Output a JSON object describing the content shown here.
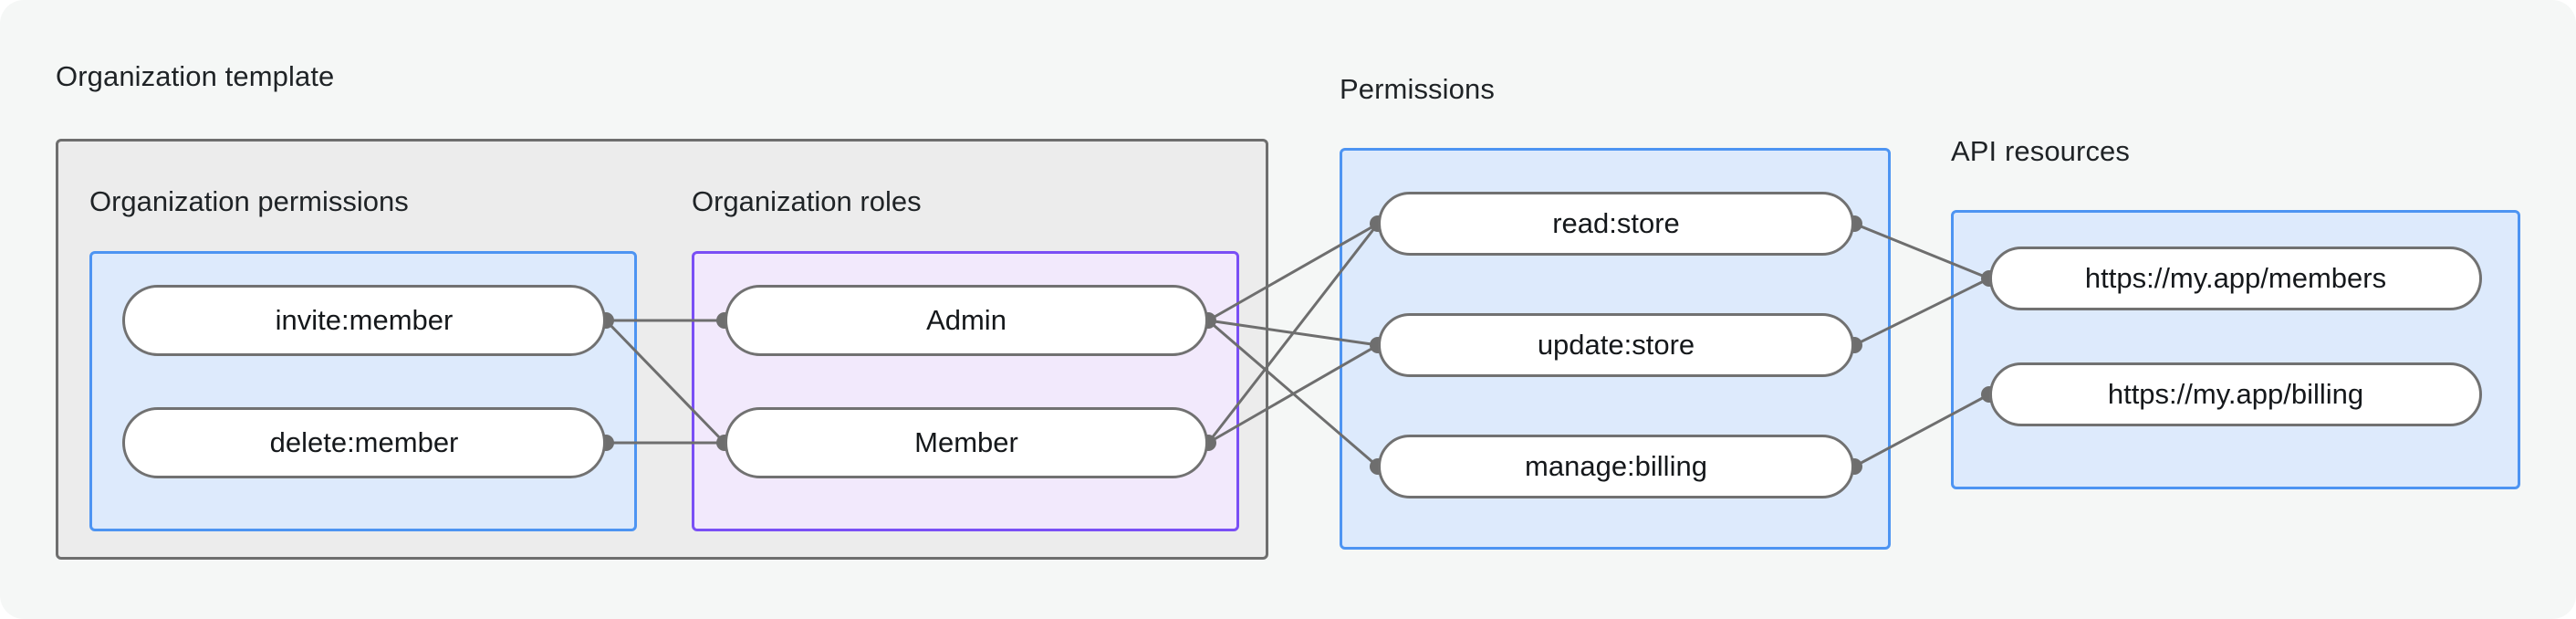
{
  "diagram": {
    "title_labels": {
      "organization_template": "Organization template",
      "permissions": "Permissions",
      "api_resources": "API resources"
    },
    "panels": {
      "organization_permissions": "Organization permissions",
      "organization_roles": "Organization roles"
    },
    "nodes": {
      "org_permissions": [
        {
          "id": "invite-member",
          "label": "invite:member"
        },
        {
          "id": "delete-member",
          "label": "delete:member"
        }
      ],
      "org_roles": [
        {
          "id": "admin",
          "label": "Admin"
        },
        {
          "id": "member",
          "label": "Member"
        }
      ],
      "permissions": [
        {
          "id": "read-store",
          "label": "read:store"
        },
        {
          "id": "update-store",
          "label": "update:store"
        },
        {
          "id": "manage-billing",
          "label": "manage:billing"
        }
      ],
      "api_resources": [
        {
          "id": "members-url",
          "label": "https://my.app/members"
        },
        {
          "id": "billing-url",
          "label": "https://my.app/billing"
        }
      ]
    },
    "edges": [
      {
        "from": "invite-member",
        "to": "admin"
      },
      {
        "from": "invite-member",
        "to": "member"
      },
      {
        "from": "delete-member",
        "to": "member"
      },
      {
        "from": "admin",
        "to": "read-store"
      },
      {
        "from": "admin",
        "to": "update-store"
      },
      {
        "from": "admin",
        "to": "manage-billing"
      },
      {
        "from": "member",
        "to": "read-store"
      },
      {
        "from": "member",
        "to": "update-store"
      },
      {
        "from": "read-store",
        "to": "members-url"
      },
      {
        "from": "update-store",
        "to": "members-url"
      },
      {
        "from": "manage-billing",
        "to": "billing-url"
      }
    ],
    "colors": {
      "background": "#f5f7f6",
      "template_fill": "#ececec",
      "template_border": "#6e6e6e",
      "blue_fill": "#ddeafc",
      "blue_border": "#4d94f2",
      "purple_fill": "#f2e9fc",
      "purple_border": "#7a4ff5",
      "node_fill": "#ffffff",
      "node_border": "#717171",
      "edge": "#6e6e6e",
      "text": "#15181b"
    }
  }
}
